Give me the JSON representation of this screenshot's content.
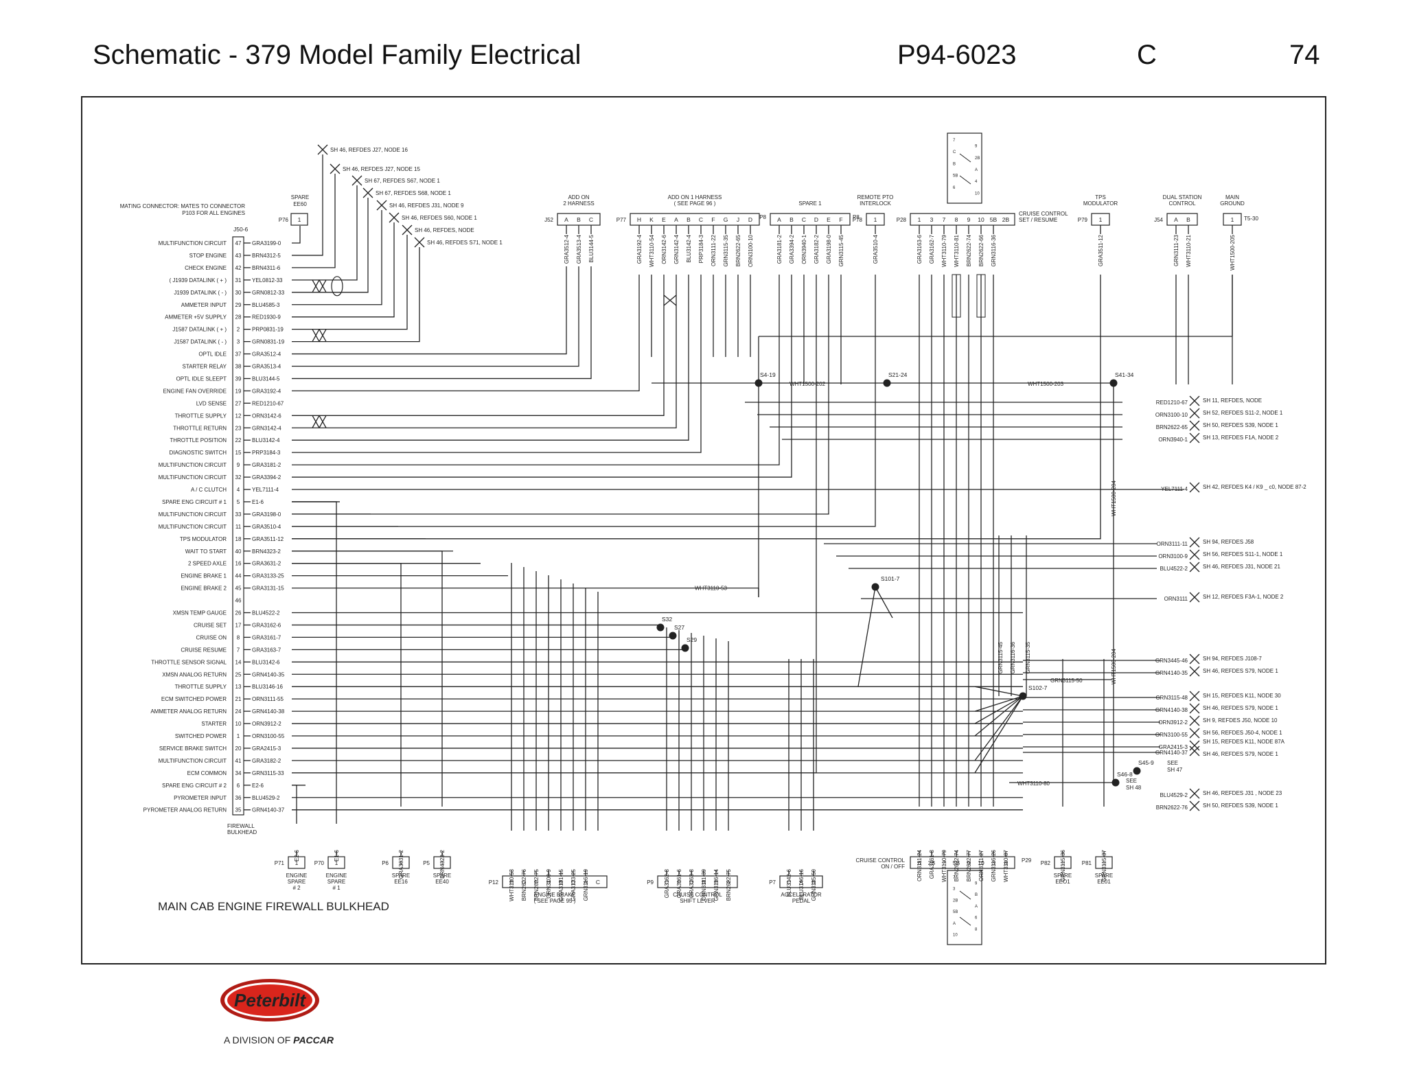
{
  "header": {
    "title": "Schematic - 379 Model Family Electrical",
    "doc_number": "P94-6023",
    "revision": "C",
    "page": "74"
  },
  "mating_connector_note": [
    "MATING CONNECTOR: MATES TO CONNECTOR",
    "P103 FOR ALL ENGINES"
  ],
  "main_connector": "J50-6",
  "spare_ee60": [
    "SPARE",
    "EE60"
  ],
  "pins": [
    {
      "label": "MULTIFUNCTION CIRCUIT",
      "pin": "47",
      "wire": "GRA3199-0"
    },
    {
      "label": "STOP ENGINE",
      "pin": "43",
      "wire": "BRN4312-5"
    },
    {
      "label": "CHECK ENGINE",
      "pin": "42",
      "wire": "BRN4311-6"
    },
    {
      "label": "( J1939 DATALINK ( + )",
      "pin": "31",
      "wire": "YEL0812-33"
    },
    {
      "label": "J1939 DATALINK ( - )",
      "pin": "30",
      "wire": "GRN0812-33"
    },
    {
      "label": "AMMETER INPUT",
      "pin": "29",
      "wire": "BLU4585-3"
    },
    {
      "label": "AMMETER +5V SUPPLY",
      "pin": "28",
      "wire": "RED1930-9"
    },
    {
      "label": "J1587 DATALINK ( + )",
      "pin": "2",
      "wire": "PRP0831-19"
    },
    {
      "label": "J1587 DATALINK ( - )",
      "pin": "3",
      "wire": "GRN0831-19"
    },
    {
      "label": "OPTL IDLE",
      "pin": "37",
      "wire": "GRA3512-4"
    },
    {
      "label": "STARTER RELAY",
      "pin": "38",
      "wire": "GRA3513-4"
    },
    {
      "label": "OPTL IDLE SLEEPT",
      "pin": "39",
      "wire": "BLU3144-5"
    },
    {
      "label": "ENGINE FAN OVERRIDE",
      "pin": "19",
      "wire": "GRA3192-4"
    },
    {
      "label": "LVD SENSE",
      "pin": "27",
      "wire": "RED1210-67"
    },
    {
      "label": "THROTTLE SUPPLY",
      "pin": "12",
      "wire": "ORN3142-6"
    },
    {
      "label": "THROTTLE RETURN",
      "pin": "23",
      "wire": "GRN3142-4"
    },
    {
      "label": "THROTTLE POSITION",
      "pin": "22",
      "wire": "BLU3142-4"
    },
    {
      "label": "DIAGNOSTIC SWITCH",
      "pin": "15",
      "wire": "PRP3184-3"
    },
    {
      "label": "MULTIFUNCTION CIRCUIT",
      "pin": "9",
      "wire": "GRA3181-2"
    },
    {
      "label": "MULTIFUNCTION CIRCUIT",
      "pin": "32",
      "wire": "GRA3394-2"
    },
    {
      "label": "A / C CLUTCH",
      "pin": "4",
      "wire": "YEL7111-4"
    },
    {
      "label": "SPARE ENG CIRCUIT # 1",
      "pin": "5",
      "wire": "E1-6"
    },
    {
      "label": "MULTIFUNCTION CIRCUIT",
      "pin": "33",
      "wire": "GRA3198-0"
    },
    {
      "label": "MULTIFUNCTION CIRCUIT",
      "pin": "11",
      "wire": "GRA3510-4"
    },
    {
      "label": "TPS MODULATOR",
      "pin": "18",
      "wire": "GRA3511-12"
    },
    {
      "label": "WAIT TO START",
      "pin": "40",
      "wire": "BRN4323-2"
    },
    {
      "label": "2 SPEED AXLE",
      "pin": "16",
      "wire": "GRA3631-2"
    },
    {
      "label": "ENGINE BRAKE 1",
      "pin": "44",
      "wire": "GRA3133-25"
    },
    {
      "label": "ENGINE BRAKE 2",
      "pin": "45",
      "wire": "GRA3131-15"
    },
    {
      "label": "",
      "pin": "46",
      "wire": ""
    },
    {
      "label": "XMSN TEMP GAUGE",
      "pin": "26",
      "wire": "BLU4522-2"
    },
    {
      "label": "CRUISE SET",
      "pin": "17",
      "wire": "GRA3162-6"
    },
    {
      "label": "CRUISE ON",
      "pin": "8",
      "wire": "GRA3161-7"
    },
    {
      "label": "CRUISE RESUME",
      "pin": "7",
      "wire": "GRA3163-7"
    },
    {
      "label": "THROTTLE SENSOR SIGNAL",
      "pin": "14",
      "wire": "BLU3142-6"
    },
    {
      "label": "XMSN ANALOG RETURN",
      "pin": "25",
      "wire": "GRN4140-35"
    },
    {
      "label": "THROTTLE SUPPLY",
      "pin": "13",
      "wire": "BLU3146-16"
    },
    {
      "label": "ECM SWITCHED POWER",
      "pin": "21",
      "wire": "ORN3111-55"
    },
    {
      "label": "AMMETER ANALOG RETURN",
      "pin": "24",
      "wire": "GRN4140-38"
    },
    {
      "label": "STARTER",
      "pin": "10",
      "wire": "ORN3912-2"
    },
    {
      "label": "SWITCHED POWER",
      "pin": "1",
      "wire": "ORN3100-55"
    },
    {
      "label": "SERVICE BRAKE SWITCH",
      "pin": "20",
      "wire": "GRA2415-3"
    },
    {
      "label": "MULTIFUNCTION CIRCUIT",
      "pin": "41",
      "wire": "GRA3182-2"
    },
    {
      "label": "ECM COMMON",
      "pin": "34",
      "wire": "GRN3115-33"
    },
    {
      "label": "SPARE ENG CIRCUIT # 2",
      "pin": "6",
      "wire": "E2-6"
    },
    {
      "label": "PYROMETER INPUT",
      "pin": "36",
      "wire": "BLU4529-2"
    },
    {
      "label": "PYROMETER ANALOG RETURN",
      "pin": "35",
      "wire": "GRN4140-37"
    }
  ],
  "top_refs": [
    "SH 46, REFDES J27, NODE 16",
    "SH 46, REFDES J27, NODE 15",
    "SH 67, REFDES S67, NODE 1",
    "SH 67, REFDES S68, NODE 1",
    "SH 46, REFDES J31, NODE 9",
    "SH 46, REFDES S60, NODE 1",
    "SH 46, REFDES, NODE",
    "SH 46, REFDES S71, NODE 1"
  ],
  "top_connectors": [
    {
      "id": "P76",
      "title": "",
      "pins": [
        "1"
      ]
    },
    {
      "id": "J52",
      "title": "ADD ON|2 HARNESS",
      "pins": [
        "A",
        "B",
        "C"
      ]
    },
    {
      "id": "P77",
      "title": "ADD ON 1 HARNESS|( SEE PAGE 96 )",
      "pins": [
        "H",
        "K",
        "E",
        "A",
        "B",
        "C",
        "F",
        "G",
        "J",
        "D"
      ]
    },
    {
      "id": "P8",
      "title": "SPARE 1",
      "pins": [
        "A",
        "B",
        "C",
        "D",
        "E",
        "F"
      ]
    },
    {
      "id": "P78",
      "title": "REMOTE PTO|INTERLOCK",
      "pins": [
        "1"
      ]
    },
    {
      "id": "P28",
      "title": "CRUISE CONTROL|SET / RESUME",
      "pins": [
        "1",
        "3",
        "7",
        "8",
        "9",
        "10",
        "5B",
        "2B"
      ]
    },
    {
      "id": "P79",
      "title": "TPS|MODULATOR",
      "pins": [
        "1"
      ]
    },
    {
      "id": "J54",
      "title": "DUAL STATION|CONTROL",
      "pins": [
        "A",
        "B"
      ]
    },
    {
      "id": "T5-30",
      "title": "MAIN|GROUND",
      "pins": [
        "1"
      ]
    }
  ],
  "top_wires": {
    "J52": [
      "GRA3512-4",
      "GRA3513-4",
      "BLU3144-5"
    ],
    "P77": [
      "GRA3192-4",
      "WHT3110-54",
      "ORN3142-6",
      "GRN3142-4",
      "BLU3142-4",
      "PRP3184-3",
      "ORN3111-22",
      "GRN3115-35",
      "BRN2622-65",
      "ORN3100-10"
    ],
    "P8": [
      "GRA3181-2",
      "GRA3394-2",
      "ORN3940-1",
      "GRA3182-2",
      "GRA3198-0",
      "GRN3115-45"
    ],
    "P78": [
      "GRA3510-4"
    ],
    "P28": [
      "GRA3163-6",
      "GRA3162-7",
      "WHT3110-79",
      "WHT3110-81",
      "BRN2622-74",
      "BRN2622-66",
      "GRN3116-36"
    ],
    "P79": [
      "GRA3511-12"
    ],
    "J54": [
      "GRN3111-23",
      "WHT3110-21"
    ],
    "T5-30": [
      "WHT1500-205"
    ]
  },
  "splices": [
    "S4-19",
    "S21-24",
    "S41-34",
    "S101-7",
    "S32",
    "S27",
    "S29",
    "S102-7",
    "S45-9",
    "S46-8"
  ],
  "splice_wires": {
    "wht1500_202": "WHT1500-202",
    "wht1500_203": "WHT1500-203",
    "wht1500_204a": "WHT1500-204",
    "wht1500_204b": "WHT1500-204",
    "wht3110_53": "WHT3110-53",
    "wht3110_80": "WHT3110-80",
    "grn3115_50": "GRN3115-50",
    "grn3115_45v": "GRN3115-45",
    "grn3116_36v": "GRN3116-36",
    "grn3115_35v": "GRN3115-35",
    "see_sh47": "SEE|SH 47",
    "see_sh48": "SEE|SH 48"
  },
  "right_refs": [
    {
      "wire": "RED1210-67",
      "ref": "SH 11, REFDES, NODE"
    },
    {
      "wire": "ORN3100-10",
      "ref": "SH 52, REFDES S11-2, NODE 1"
    },
    {
      "wire": "BRN2622-65",
      "ref": "SH 50, REFDES S39, NODE 1"
    },
    {
      "wire": "ORN3940-1",
      "ref": "SH 13, REFDES F1A, NODE 2"
    },
    {
      "wire": "YEL7111-4",
      "ref": "SH 42, REFDES K4 / K9 _ c0, NODE 87-2"
    },
    {
      "wire": "ORN3111-11",
      "ref": "SH 94, REFDES J58"
    },
    {
      "wire": "ORN3100-9",
      "ref": "SH 56, REFDES S11-1, NODE 1"
    },
    {
      "wire": "BLU4522-2",
      "ref": "SH 46, REFDES J31, NODE 21"
    },
    {
      "wire": "ORN3111",
      "ref": "SH 12, REFDES F3A-1, NODE 2"
    },
    {
      "wire": "GRN3445-46",
      "ref": "SH 94, REFDES J108-7"
    },
    {
      "wire": "GRN4140-35",
      "ref": "SH 46, REFDES S79, NODE 1"
    },
    {
      "wire": "GRN3115-48",
      "ref": "SH 15, REFDES K11, NODE 30"
    },
    {
      "wire": "GRN4140-38",
      "ref": "SH 46, REFDES S79, NODE 1"
    },
    {
      "wire": "ORN3912-2",
      "ref": "SH 9, REFDES J50, NODE 10"
    },
    {
      "wire": "ORN3100-55",
      "ref": "SH 56, REFDES J50-4, NODE 1"
    },
    {
      "wire": "GRA2415-3",
      "ref": "SH 15, REFDES K11, NODE 87A"
    },
    {
      "wire": "GRN4140-37",
      "ref": "SH 46, REFDES S79, NODE 1"
    },
    {
      "wire": "BLU4529-2",
      "ref": "SH 46, REFDES J31 , NODE 23"
    },
    {
      "wire": "BRN2622-76",
      "ref": "SH 50, REFDES S39, NODE 1"
    }
  ],
  "bottom_connectors": [
    {
      "id": "P71",
      "title": "ENGINE|SPARE|# 2",
      "pins": [
        "1"
      ]
    },
    {
      "id": "P70",
      "title": "ENGINE|SPARE|# 1",
      "pins": [
        "1"
      ]
    },
    {
      "id": "P6",
      "title": "SPARE|EE16",
      "pins": [
        "1"
      ]
    },
    {
      "id": "P5",
      "title": "SPARE|EE40",
      "pins": [
        "1"
      ]
    },
    {
      "id": "P12",
      "title": "ENGINE BRAKE|( SEE PAGE 95 )",
      "pins": [
        "E",
        "G",
        "F",
        "H",
        "B",
        "D",
        "A",
        "C"
      ]
    },
    {
      "id": "P9",
      "title": "CRUISE CONTROL|SHIFT LEVER",
      "pins": [
        "C",
        "F",
        "D",
        "B",
        "E",
        "A"
      ]
    },
    {
      "id": "P7",
      "title": "ACCELERATOR|PEDAL",
      "pins": [
        "C",
        "A",
        "B"
      ]
    },
    {
      "id": "P29",
      "title": "CRUISE CONTROL|ON / OFF",
      "pins": [
        "6",
        "2B",
        "7",
        "5B",
        "9",
        "10",
        "3",
        "8"
      ]
    },
    {
      "id": "P82",
      "title": "SPARE|EEO1",
      "pins": [
        "1"
      ]
    },
    {
      "id": "P81",
      "title": "SPARE|EE01",
      "pins": [
        "1"
      ]
    }
  ],
  "bottom_wires": {
    "P71": [
      "E2-6"
    ],
    "P70": [
      "E1-6"
    ],
    "P6": [
      "GRA3631-2"
    ],
    "P5": [
      "BRN4323-2"
    ],
    "P12": [
      "WHT3110-53",
      "BRN2622-76",
      "BRN2622-75",
      "ORN3100-9",
      "GRA3131-15",
      "GRA3133-25",
      "GRN3116-19"
    ],
    "P9": [
      "GRA3162-8",
      "GRA3161-6",
      "GRA3163-8",
      "ORN3111-39",
      "GRN3116-14",
      "BRN2622-75"
    ],
    "P7": [
      "BLU3142-6",
      "BLU3146-16",
      "GRN3115-50"
    ],
    "P29": [
      "ORN3111-24",
      "GRA3161-8",
      "WHT3110-79",
      "BRN2622-74",
      "BRN2622-77",
      "ORN3111-27",
      "GRN3116-26",
      "WHT3110-87"
    ],
    "P82": [
      "GRN3115-36"
    ],
    "P81": [
      "GRN3115-37"
    ]
  },
  "switch_labels": {
    "top": [
      "7",
      "9",
      "C",
      "2B",
      "B",
      "A",
      "5B",
      "4",
      "6",
      "10"
    ],
    "bottom": [
      "7",
      "9",
      "3",
      "B",
      "2B",
      "A",
      "5B",
      "6",
      "A",
      "8",
      "10"
    ]
  },
  "firewall_label": "FIREWALL|BULKHEAD",
  "caption": "MAIN CAB ENGINE FIREWALL BULKHEAD",
  "logo": {
    "brand": "Peterbilt",
    "tagline_prefix": "A DIVISION OF ",
    "tagline_brand": "PACCAR"
  },
  "colors": {
    "line": "#222222",
    "logo_red": "#d9251c",
    "logo_ring": "#b01c15"
  }
}
